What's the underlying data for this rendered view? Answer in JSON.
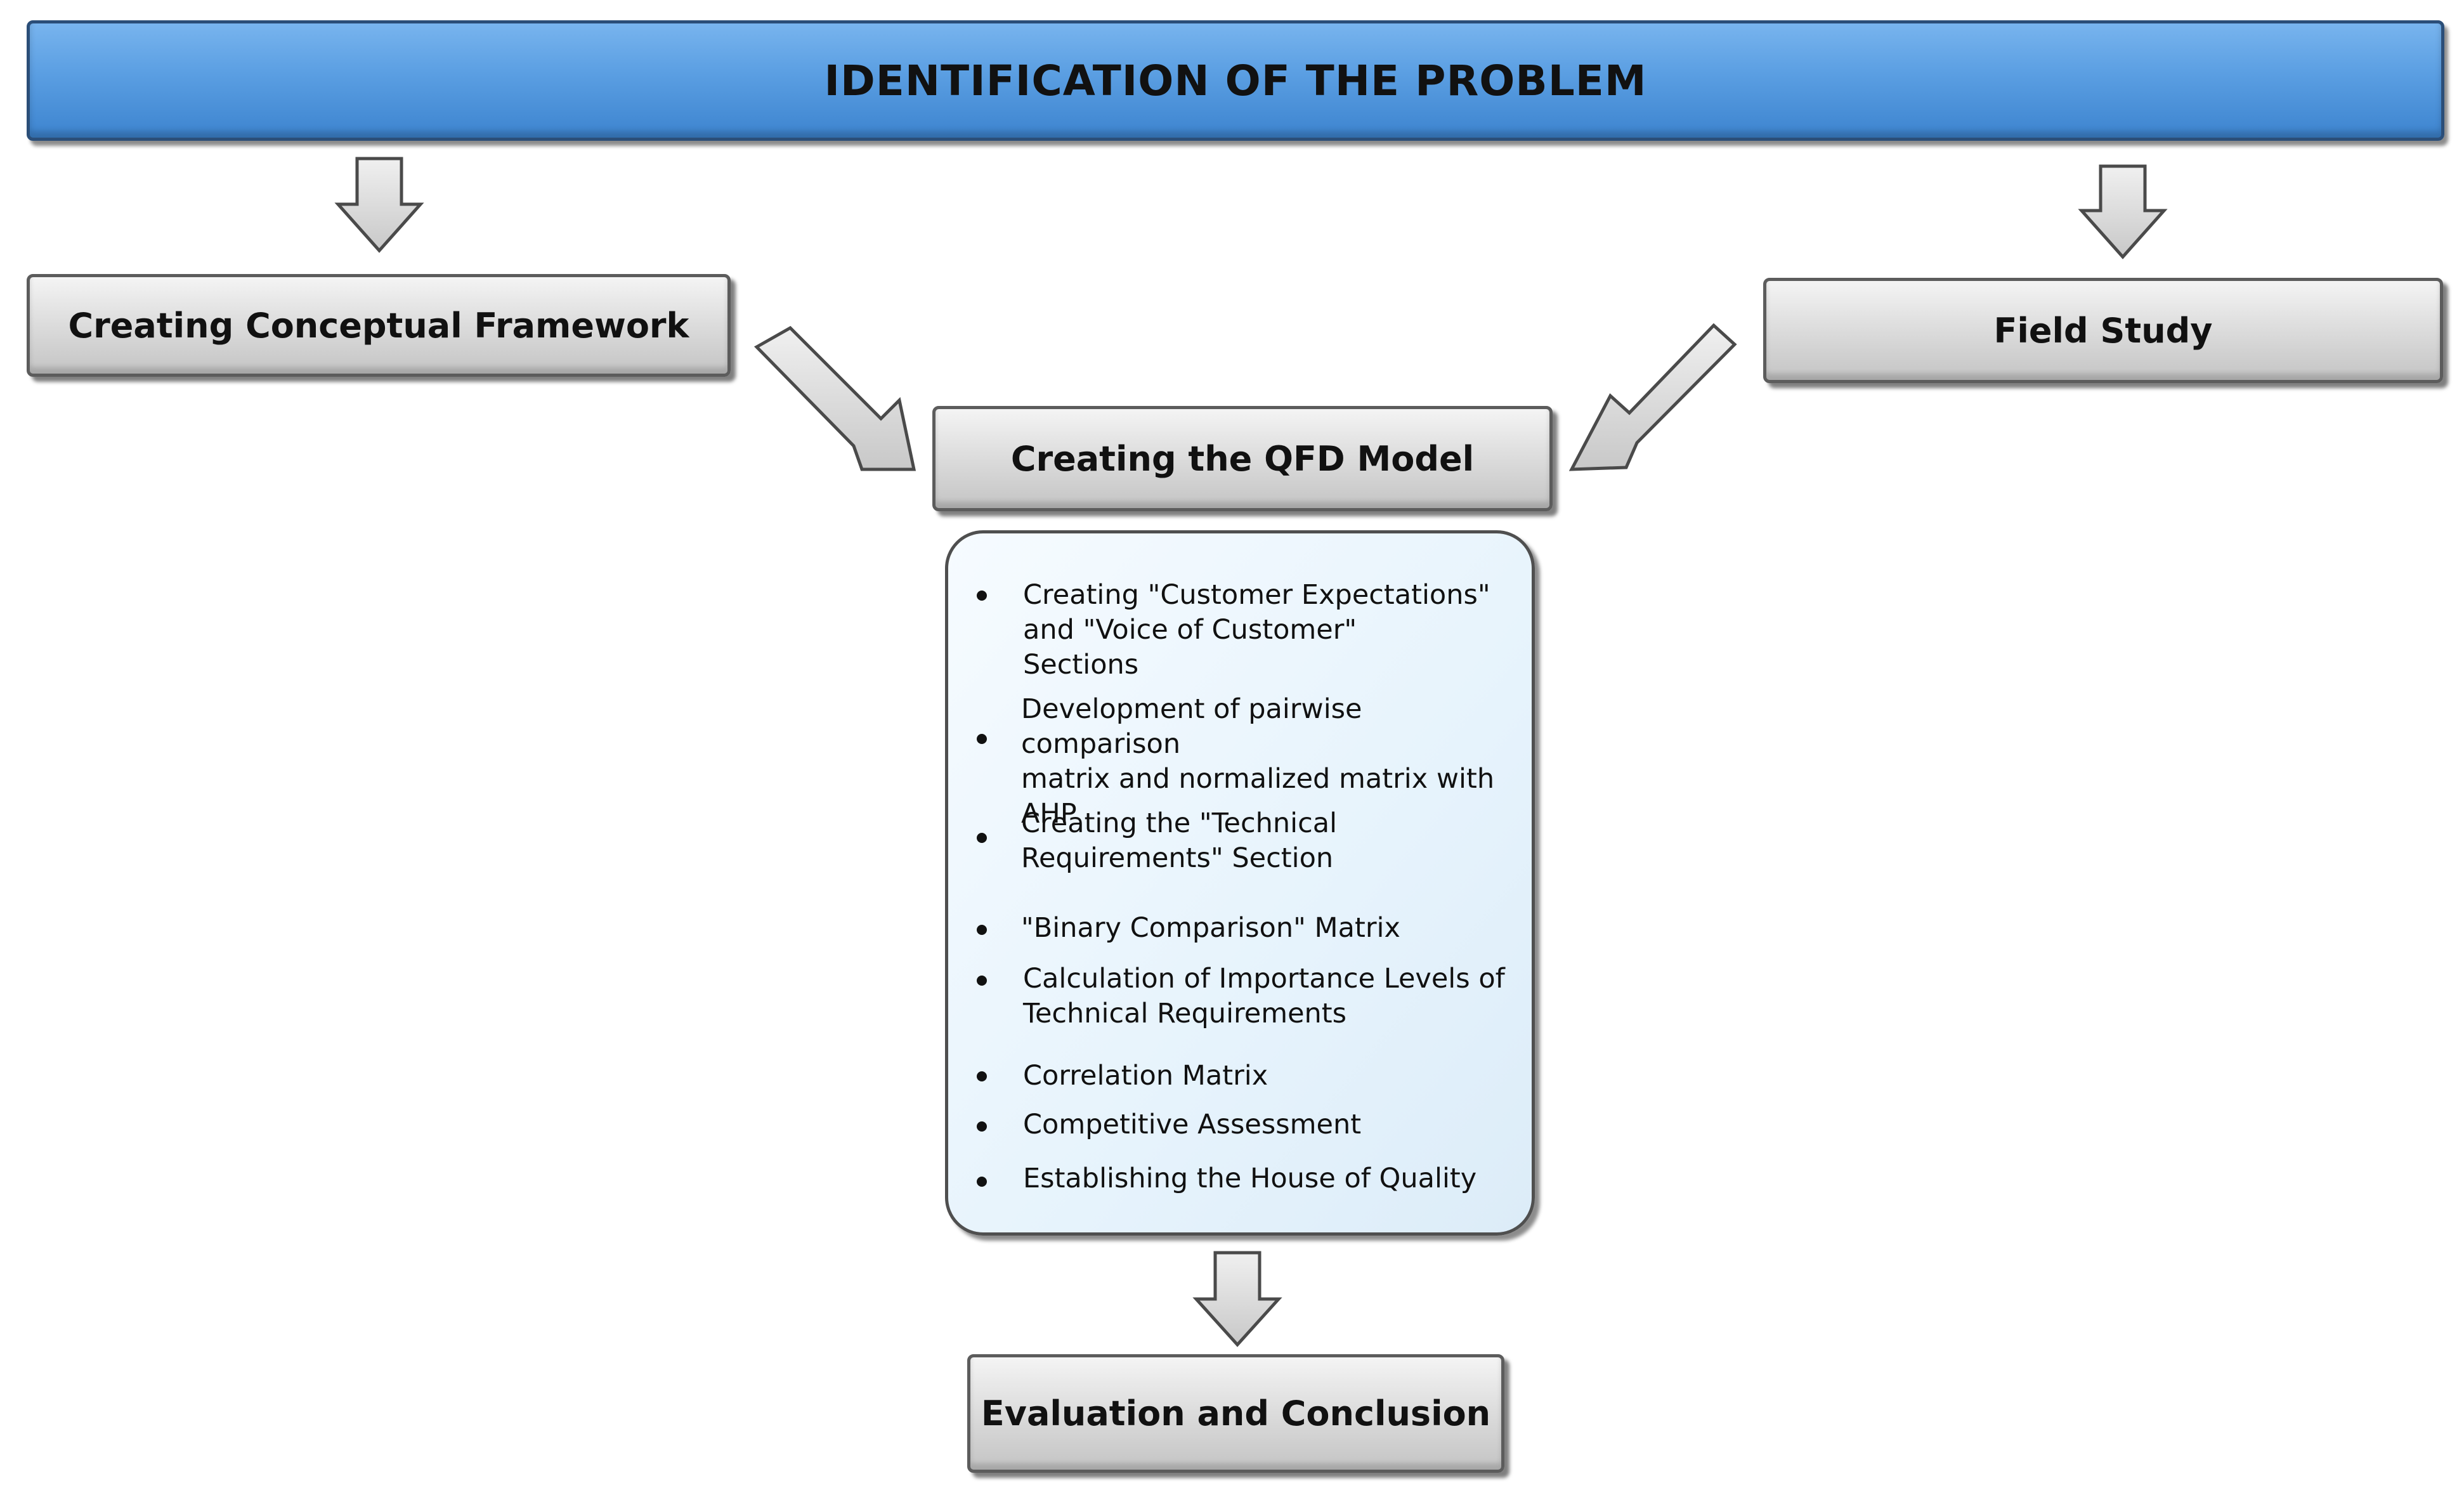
{
  "diagram": {
    "title": "IDENTIFICATION OF THE PROBLEM",
    "framework": "Creating Conceptual Framework",
    "field_study": "Field Study",
    "qfd_model": "Creating the QFD Model",
    "steps": [
      "Creating \"Customer Expectations\"\nand \"Voice of Customer\"\nSections",
      "Development of pairwise comparison\nmatrix and normalized matrix with\nAHP",
      "Creating the \"Technical\nRequirements\" Section",
      "\"Binary Comparison\" Matrix",
      "Calculation of Importance Levels of\nTechnical Requirements",
      "Correlation Matrix",
      "Competitive Assessment",
      "Establishing the House of Quality"
    ],
    "conclusion": "Evaluation and Conclusion"
  },
  "colors": {
    "title_fill": "#5a9ee2",
    "box_fill": "#dedede",
    "steps_fill": "#e6f3fc",
    "arrow_fill": "#d9d9d9"
  }
}
